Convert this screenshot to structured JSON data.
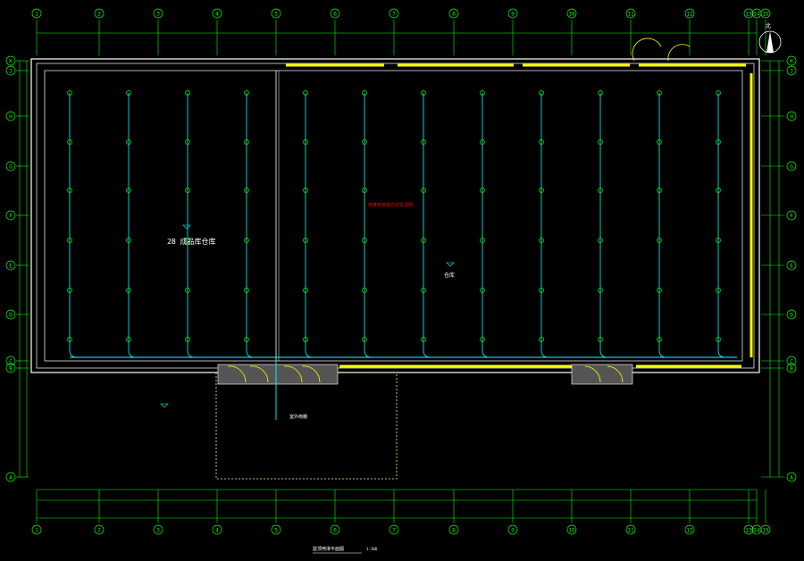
{
  "colors": {
    "background": "#000000",
    "axis": "#00ff00",
    "wall": "#ffffff",
    "window": "#ffff00",
    "pipe": "#00ffff",
    "sprinkler": "#00ff00",
    "red_label": "#ff0000",
    "dim_text": "#c8ffc8"
  },
  "grid": {
    "columns": [
      "1",
      "2",
      "3",
      "4",
      "5",
      "6",
      "7",
      "8",
      "9",
      "10",
      "11",
      "12",
      "13",
      "14",
      "15"
    ],
    "rows": [
      "K",
      "J",
      "H",
      "G",
      "F",
      "E",
      "D",
      "C",
      "B",
      "A"
    ]
  },
  "drawing": {
    "area_label_left": "2B 成品库仓库",
    "area_label_center": "仓库",
    "red_note": "喷淋管道走向详见说明",
    "outdoor_label": "室外雨棚",
    "title": "屋顶喷淋平面图",
    "scale": "1:100",
    "north_label": "北"
  }
}
